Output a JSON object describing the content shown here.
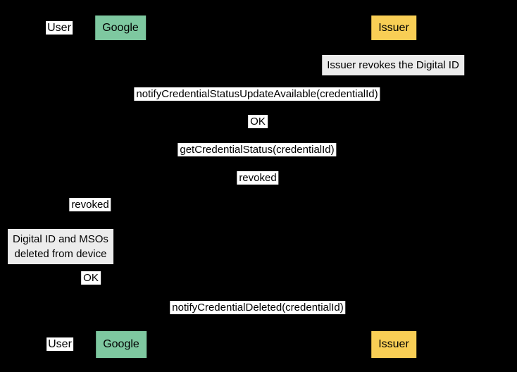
{
  "diagram": {
    "type": "sequence-diagram",
    "background": "#000000",
    "participants": {
      "user": {
        "label": "User",
        "fill": "#ffffff"
      },
      "google": {
        "label": "Google",
        "fill": "#7ec8a0"
      },
      "issuer": {
        "label": "Issuer",
        "fill": "#f8ce55"
      }
    },
    "notes": {
      "issuer_revokes": {
        "text": "Issuer revokes the Digital ID",
        "fill": "#ececec"
      },
      "device_deleted": {
        "lines": [
          "Digital ID and MSOs",
          "deleted from device"
        ],
        "fill": "#ececec"
      }
    },
    "messages": {
      "notify_status_update": "notifyCredentialStatusUpdateAvailable(credentialId)",
      "ok_google_issuer": "OK",
      "get_credential_status": "getCredentialStatus(credentialId)",
      "revoked_issuer_google": "revoked",
      "revoked_google_user": "revoked",
      "ok_user_google": "OK",
      "notify_credential_deleted": "notifyCredentialDeleted(credentialId)"
    },
    "colors": {
      "message_bg": "#ffffff",
      "note_bg": "#ececec",
      "text": "#000000"
    }
  }
}
